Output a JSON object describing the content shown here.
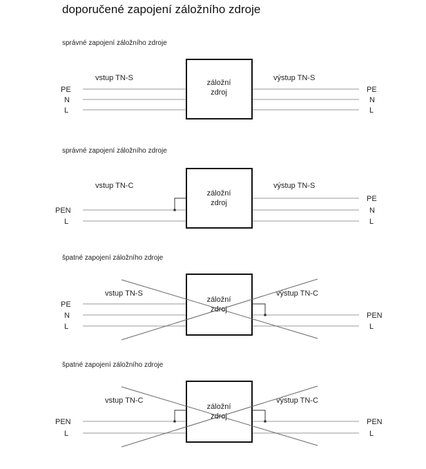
{
  "title": "doporučené zapojení záložního zdroje",
  "box_line1": "záložní",
  "box_line2": "zdroj",
  "sections": [
    {
      "caption": "správné zapojení záložního zdroje",
      "input": "vstup TN-S",
      "output": "výstup TN-S",
      "left_labels": [
        "PE",
        "N",
        "L"
      ],
      "right_labels": [
        "PE",
        "N",
        "L"
      ],
      "crossed": false
    },
    {
      "caption": "správné zapojení záložního zdroje",
      "input": "vstup TN-C",
      "output": "výstup TN-S",
      "left_labels": [
        "PEN",
        "L"
      ],
      "right_labels": [
        "PE",
        "N",
        "L"
      ],
      "crossed": false
    },
    {
      "caption": "špatné zapojení záložního zdroje",
      "input": "vstup TN-S",
      "output": "výstup TN-C",
      "left_labels": [
        "PE",
        "N",
        "L"
      ],
      "right_labels": [
        "PEN",
        "L"
      ],
      "crossed": true
    },
    {
      "caption": "špatné zapojení záložního zdroje",
      "input": "vstup TN-C",
      "output": "výstup TN-C",
      "left_labels": [
        "PEN",
        "L"
      ],
      "right_labels": [
        "PEN",
        "L"
      ],
      "crossed": true
    }
  ]
}
